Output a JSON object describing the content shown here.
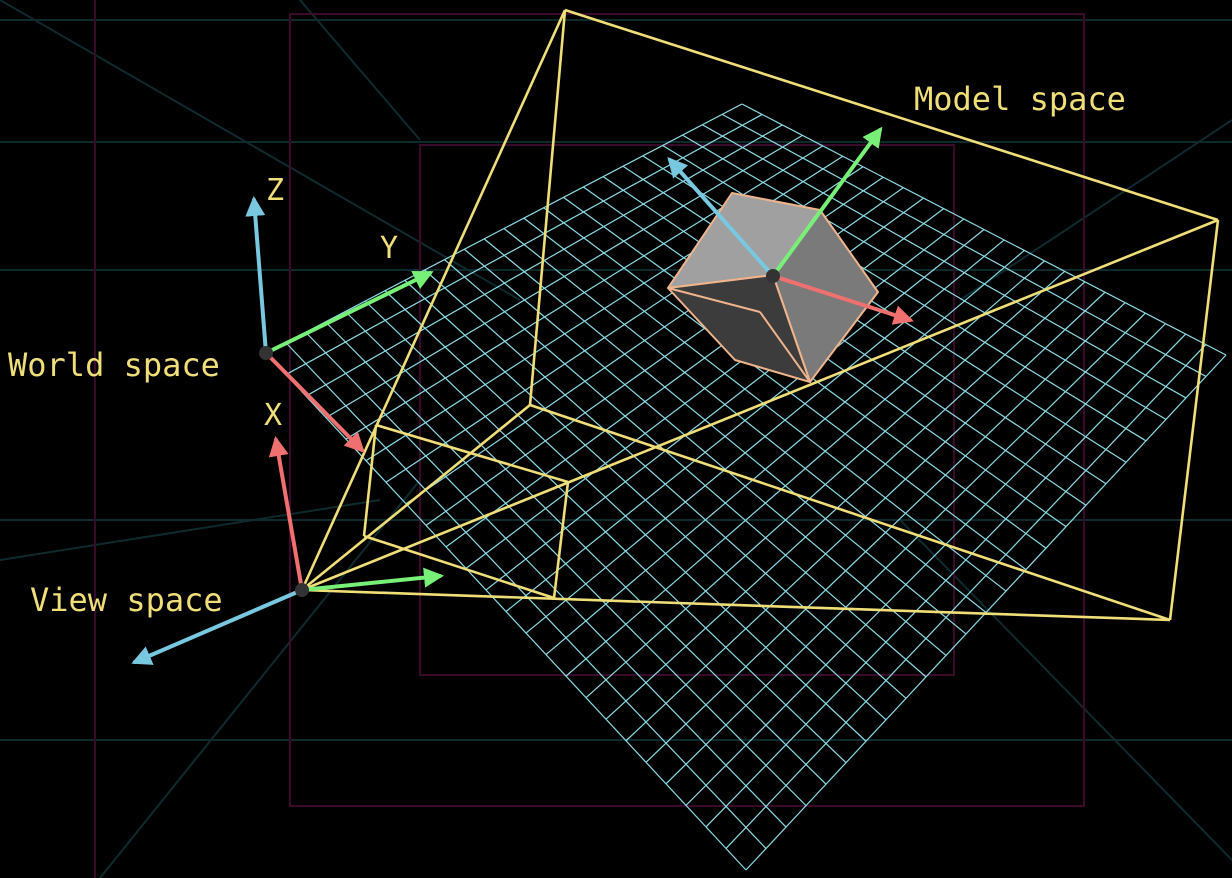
{
  "labels": {
    "world_space": "World space",
    "model_space": "Model space",
    "view_space": "View space",
    "axis_x": "X",
    "axis_y": "Y",
    "axis_z": "Z"
  },
  "colors": {
    "background": "#000000",
    "frustum": "#f0df78",
    "grid": "#8cdce6",
    "axis_x": "#f07070",
    "axis_y": "#78f078",
    "axis_z": "#78c8e0",
    "label": "#f0df78",
    "cube_light": "#a0a0a0",
    "cube_mid": "#7a7a7a",
    "cube_dark": "#3c3c3c",
    "cube_edge": "#f0b48c",
    "bg_lines": "#0e2a2c",
    "bg_frame": "#3a0a2a"
  }
}
